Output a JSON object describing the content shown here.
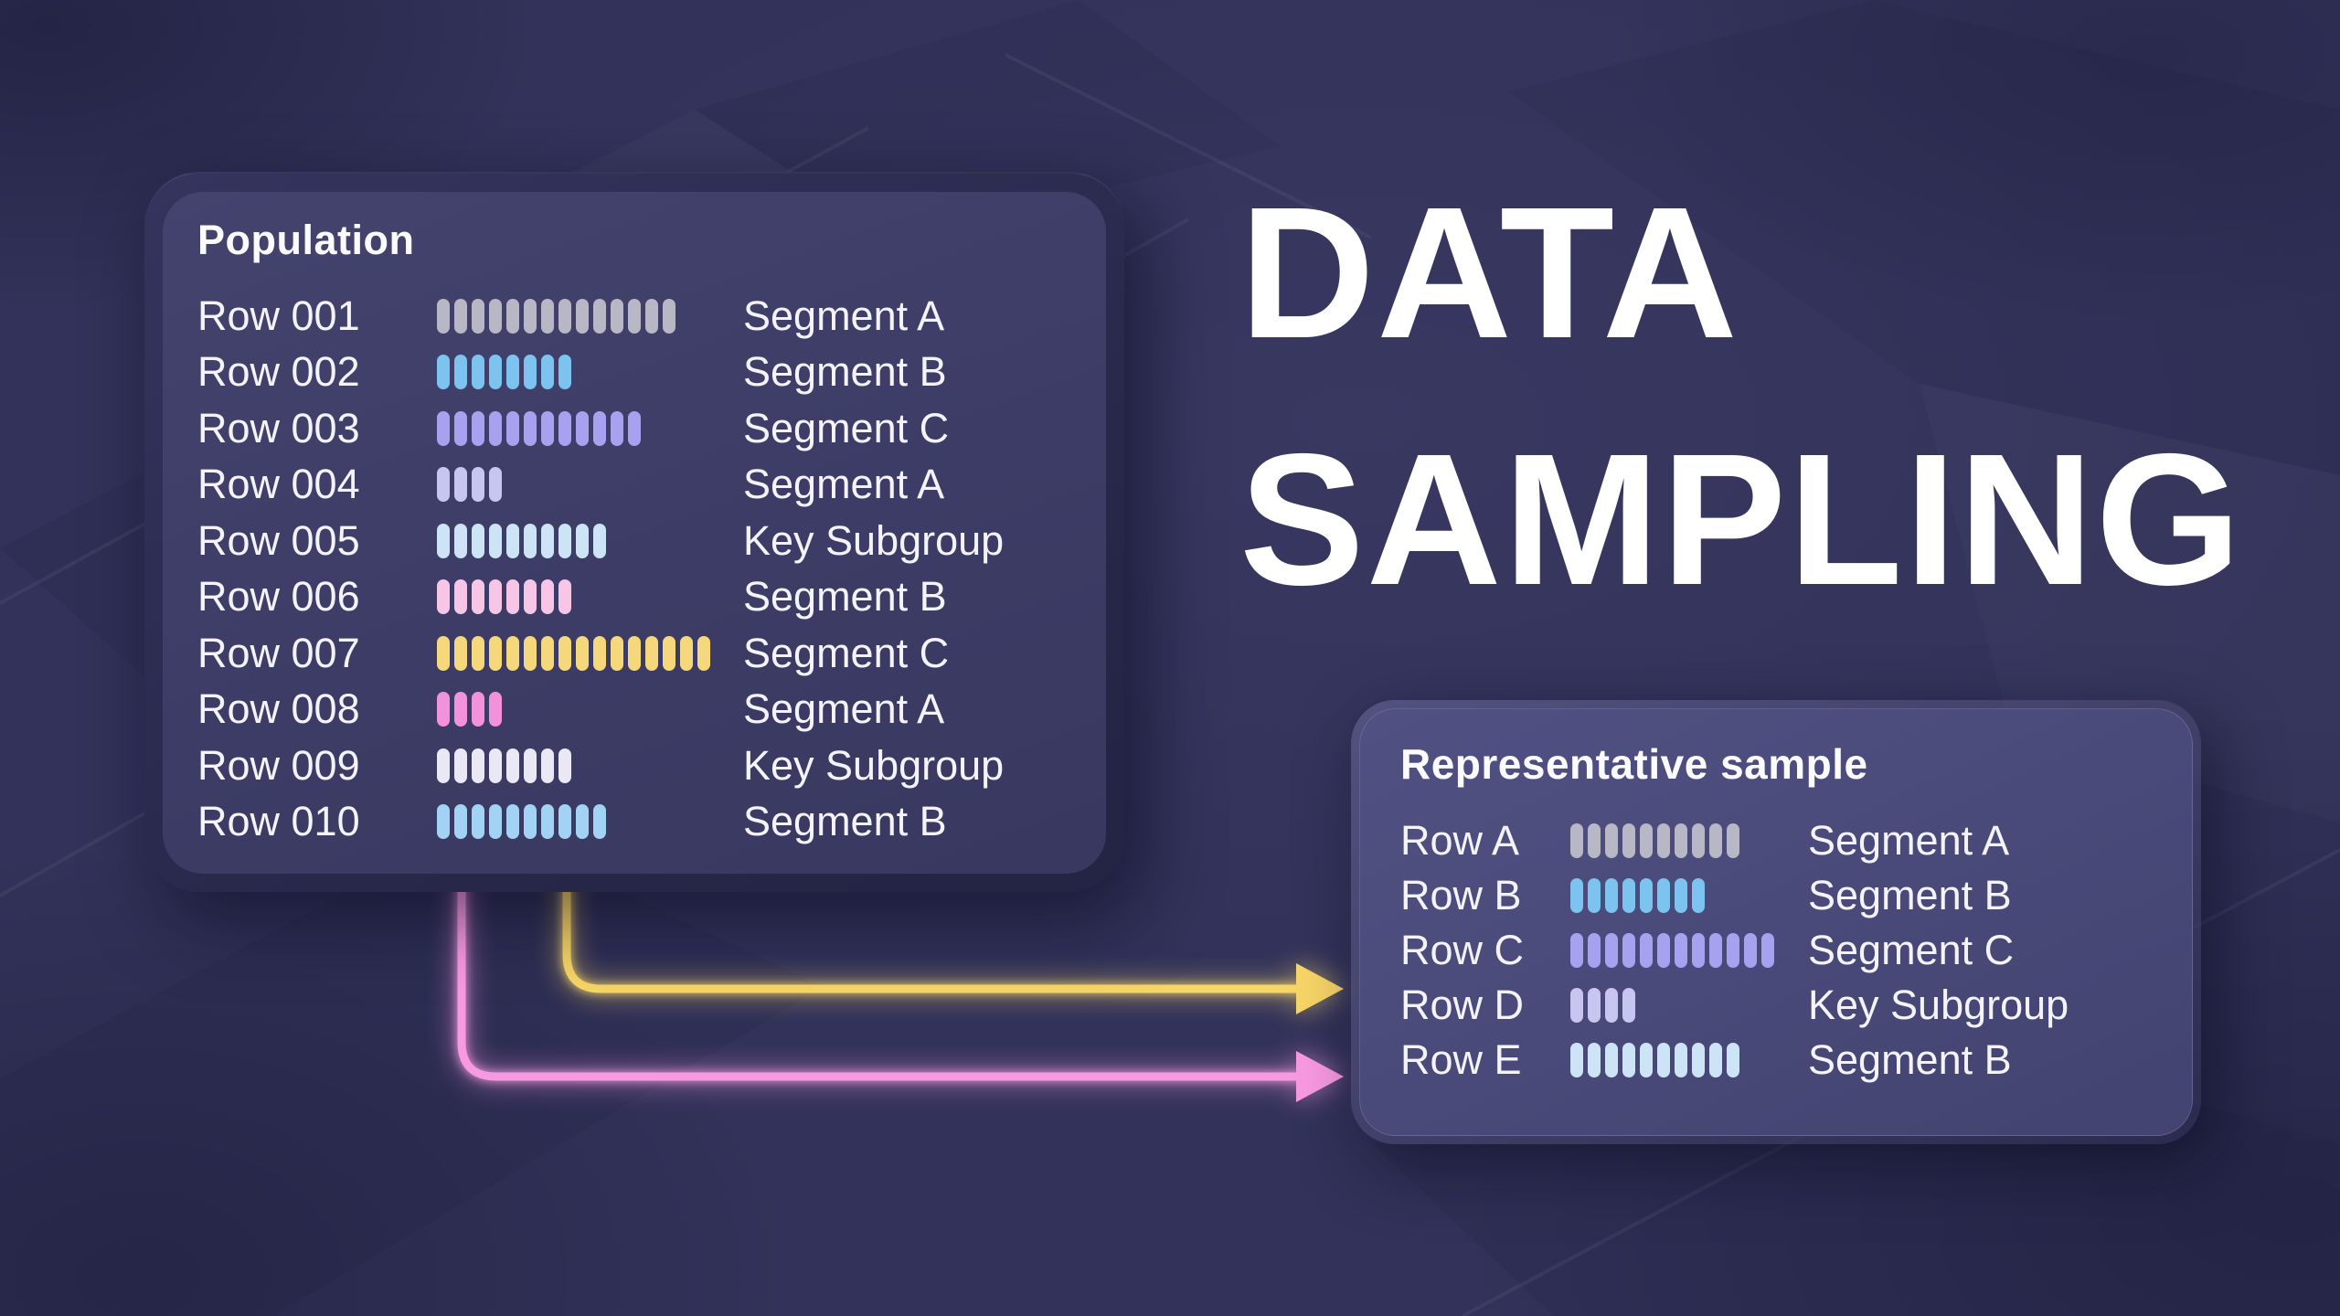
{
  "heading": {
    "line1": "DATA",
    "line2": "SAMPLING"
  },
  "population": {
    "title": "Population",
    "rows": [
      {
        "label": "Row 001",
        "ticks": 14,
        "color": "#b7b7c6",
        "segment": "Segment A"
      },
      {
        "label": "Row 002",
        "ticks": 8,
        "color": "#7cc3ef",
        "segment": "Segment B"
      },
      {
        "label": "Row 003",
        "ticks": 12,
        "color": "#a7a2f0",
        "segment": "Segment C"
      },
      {
        "label": "Row 004",
        "ticks": 4,
        "color": "#c9c5f1",
        "segment": "Segment A"
      },
      {
        "label": "Row 005",
        "ticks": 10,
        "color": "#cde4f6",
        "segment": "Key Subgroup"
      },
      {
        "label": "Row 006",
        "ticks": 8,
        "color": "#f7c6e6",
        "segment": "Segment B"
      },
      {
        "label": "Row 007",
        "ticks": 16,
        "color": "#f5d87c",
        "segment": "Segment C"
      },
      {
        "label": "Row 008",
        "ticks": 4,
        "color": "#f392dc",
        "segment": "Segment A"
      },
      {
        "label": "Row 009",
        "ticks": 8,
        "color": "#eae8f4",
        "segment": "Key Subgroup"
      },
      {
        "label": "Row 010",
        "ticks": 10,
        "color": "#a2d2f4",
        "segment": "Segment B"
      }
    ]
  },
  "sample": {
    "title": "Representative sample",
    "rows": [
      {
        "label": "Row A",
        "ticks": 10,
        "color": "#b7b7c6",
        "segment": "Segment A"
      },
      {
        "label": "Row B",
        "ticks": 8,
        "color": "#7cc3ef",
        "segment": "Segment B"
      },
      {
        "label": "Row C",
        "ticks": 12,
        "color": "#a7a2f0",
        "segment": "Segment C"
      },
      {
        "label": "Row D",
        "ticks": 4,
        "color": "#c9c5f1",
        "segment": "Key Subgroup"
      },
      {
        "label": "Row E",
        "ticks": 10,
        "color": "#cde4f6",
        "segment": "Segment B"
      }
    ]
  },
  "arrows": {
    "yellow": "#f7d567",
    "pink": "#f89ae2"
  },
  "colors": {
    "background": "#32325a",
    "panel_population": "#3e3e68",
    "panel_sample": "#4a4a7a",
    "text": "#f4f3fb"
  }
}
